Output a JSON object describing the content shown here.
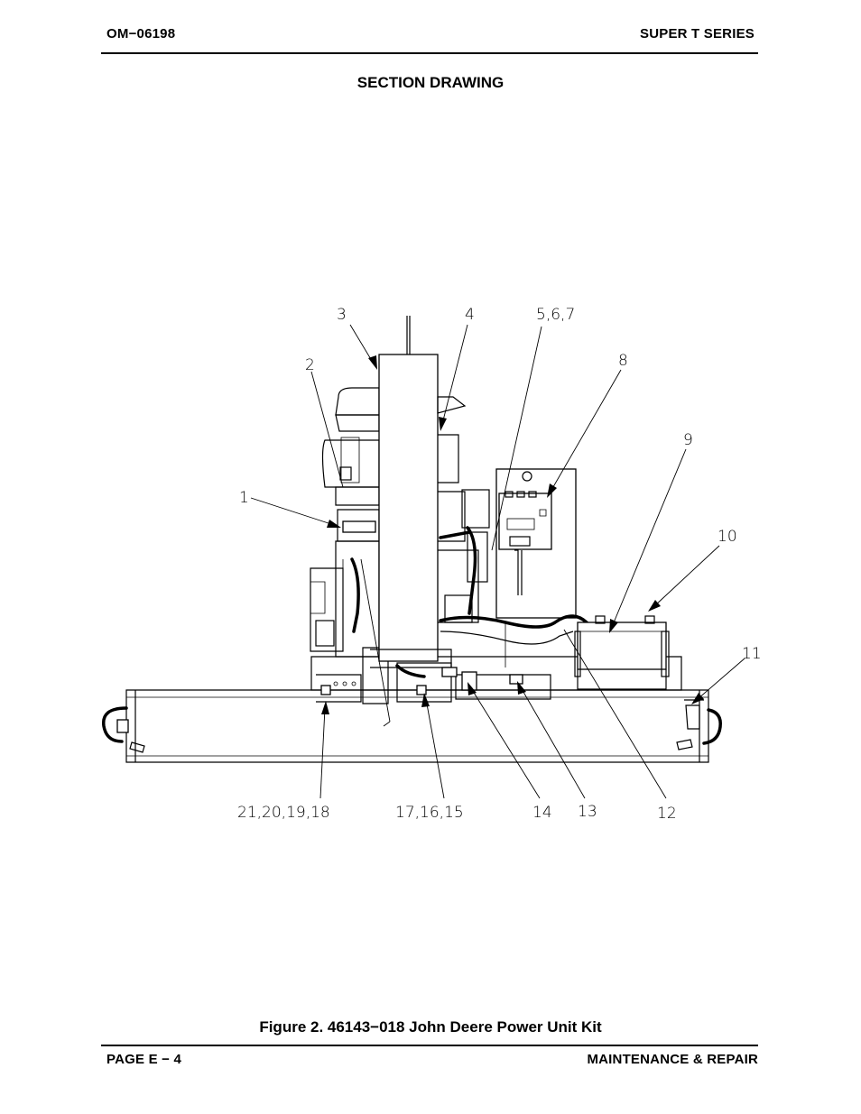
{
  "header": {
    "doc_number": "OM−06198",
    "series": "SUPER T SERIES"
  },
  "section_title": "SECTION DRAWING",
  "callouts": {
    "c1": "1",
    "c2": "2",
    "c3": "3",
    "c4": "4",
    "c5": "5,6,7",
    "c8": "8",
    "c9": "9",
    "c10": "10",
    "c11": "11",
    "c12": "12",
    "c13": "13",
    "c14": "14",
    "c15": "17,16,15",
    "c18": "21,20,19,18"
  },
  "figure_caption": "Figure 2.  46143−018 John Deere Power Unit Kit",
  "footer": {
    "page": "PAGE E − 4",
    "section": "MAINTENANCE & REPAIR"
  }
}
